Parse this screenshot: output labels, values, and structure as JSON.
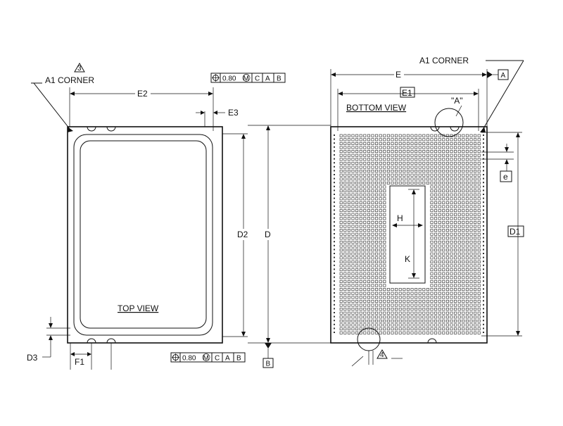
{
  "top_view": {
    "a1_corner_label": "A1 CORNER",
    "note_3": "3",
    "view_label": "TOP VIEW",
    "dim_e2": "E2",
    "dim_e3": "E3",
    "dim_d2": "D2",
    "dim_d3": "D3",
    "dim_f1": "F1",
    "fcf_top": [
      "0.80",
      "M",
      "C",
      "A",
      "B"
    ],
    "fcf_bottom": [
      "0.80",
      "M",
      "C",
      "A",
      "B"
    ]
  },
  "middle": {
    "dim_d": "D",
    "datum_b": "B"
  },
  "bottom_view": {
    "a1_corner_label": "A1 CORNER",
    "view_label": "BOTTOM VIEW",
    "dim_e": "E",
    "dim_e1": "E1",
    "detail_a": "\"A\"",
    "datum_a": "A",
    "dim_e_pitch": "e",
    "dim_d1": "D1",
    "dim_h": "H",
    "dim_k": "K",
    "note_4": "4"
  }
}
